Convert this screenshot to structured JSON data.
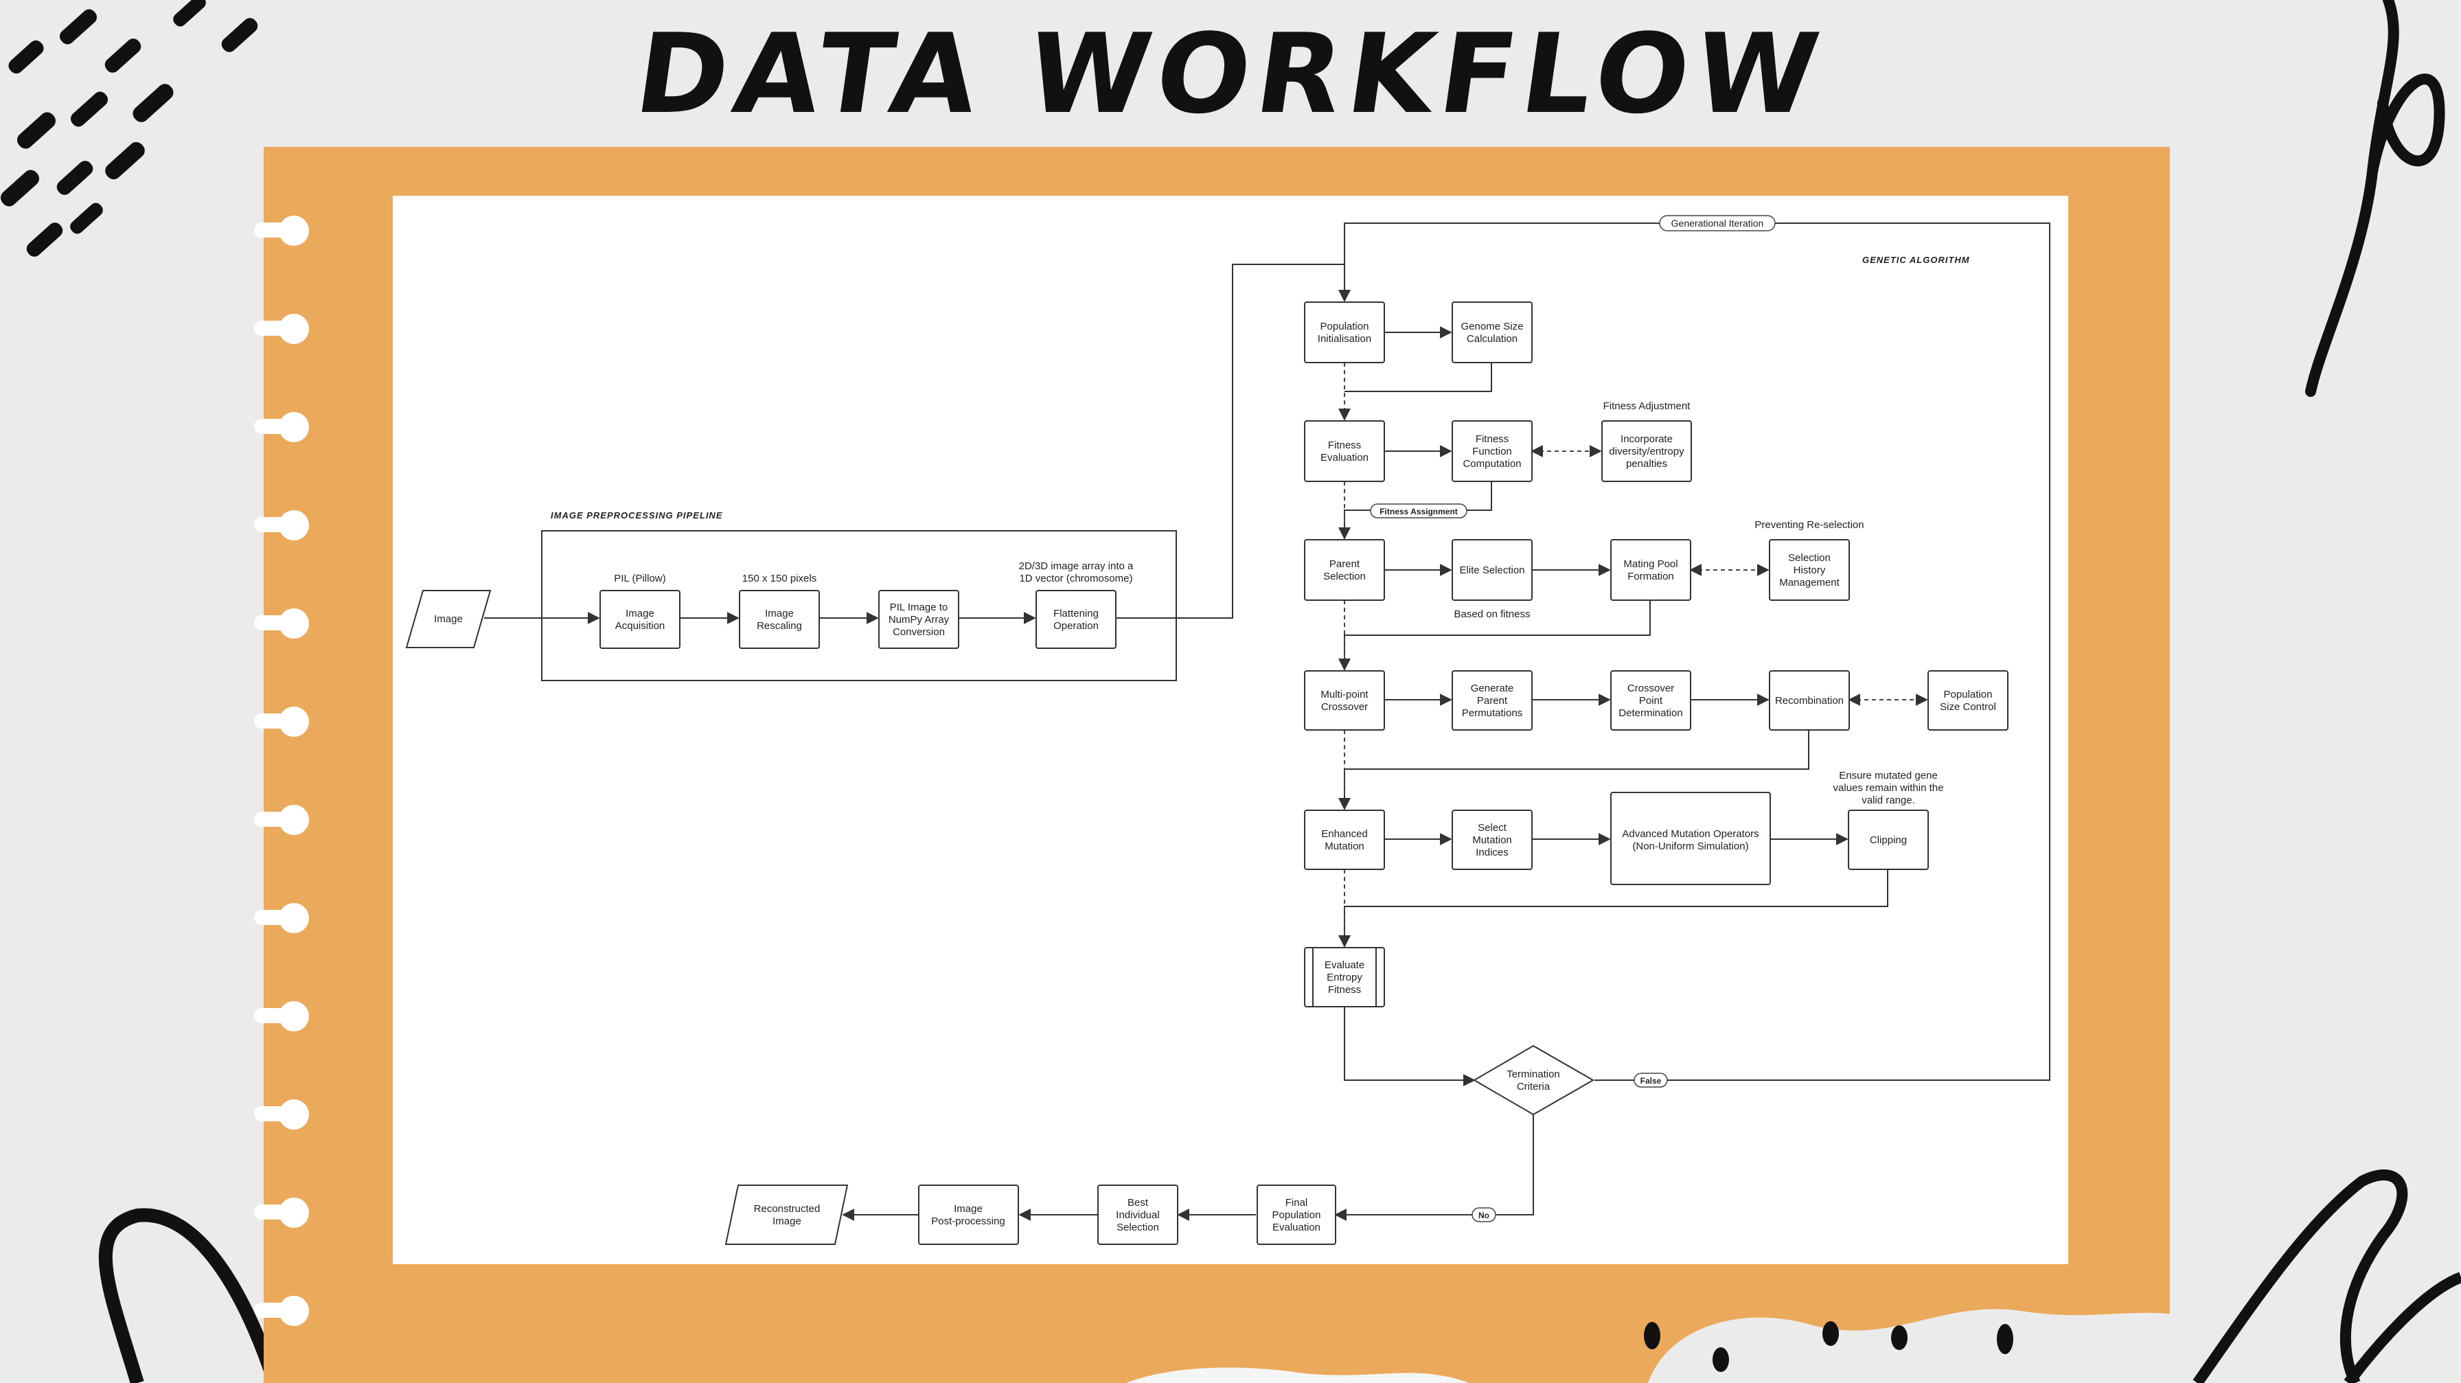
{
  "page": {
    "title": "DATA WORKFLOW"
  },
  "diagram": {
    "sections": {
      "preprocessing": "IMAGE PREPROCESSING PIPELINE",
      "ga": "GENETIC ALGORITHM"
    },
    "nodes": {
      "image": "Image",
      "acquisition": "Image\nAcquisition",
      "rescaling": "Image\nRescaling",
      "pil_numpy": "PIL Image to\nNumPy Array\nConversion",
      "flattening": "Flattening\nOperation",
      "pop_init": "Population\nInitialisation",
      "genome": "Genome Size\nCalculation",
      "fit_eval": "Fitness\nEvaluation",
      "fit_func": "Fitness\nFunction\nComputation",
      "diversity": "Incorporate\ndiversity/entropy\npenalties",
      "parent_sel": "Parent\nSelection",
      "elite": "Elite Selection",
      "mating": "Mating Pool\nFormation",
      "history": "Selection\nHistory\nManagement",
      "crossover": "Multi-point\nCrossover",
      "permutations": "Generate\nParent\nPermutations",
      "cpoint": "Crossover\nPoint\nDetermination",
      "recomb": "Recombination",
      "popsize": "Population\nSize Control",
      "mutation": "Enhanced\nMutation",
      "mut_idx": "Select\nMutation\nIndices",
      "adv_mut": "Advanced Mutation Operators\n(Non-Uniform Simulation)",
      "clipping": "Clipping",
      "entropy": "Evaluate\nEntropy\nFitness",
      "termination": "Termination\nCriteria",
      "final_eval": "Final\nPopulation\nEvaluation",
      "best": "Best\nIndividual\nSelection",
      "postproc": "Image\nPost-processing",
      "reconstructed": "Reconstructed\nImage"
    },
    "annotations": {
      "pil": "PIL (Pillow)",
      "pixels": "150 x 150 pixels",
      "flatten_note": "2D/3D image array into a\n1D vector (chromosome)",
      "fitness_adjust": "Fitness Adjustment",
      "preventing": "Preventing Re-selection",
      "based_on": "Based on fitness",
      "ensure": "Ensure mutated gene\nvalues remain within the\nvalid range."
    },
    "edge_labels": {
      "generational": "Generational Iteration",
      "fitness_assign": "Fitness Assignment",
      "false": "False",
      "no": "No"
    }
  }
}
